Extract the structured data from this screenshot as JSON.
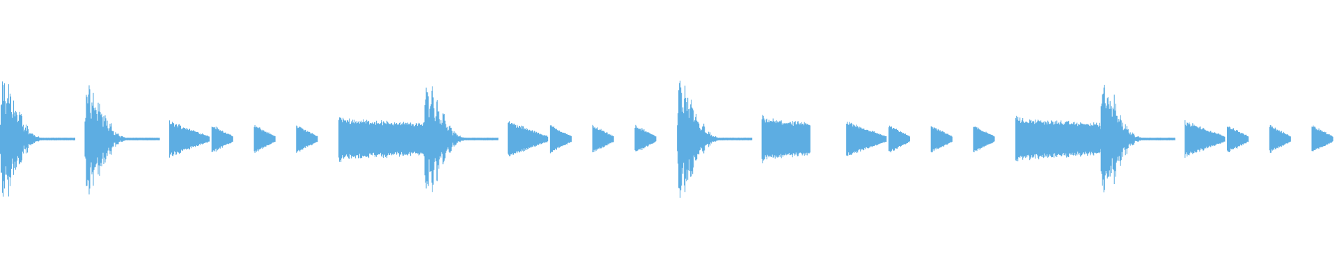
{
  "waveform": {
    "color": "#5dade2",
    "background": "#ffffff",
    "total_steps": 31.6,
    "events": [
      {
        "step": 0,
        "type": "hit"
      },
      {
        "step": 2,
        "type": "hit"
      },
      {
        "step": 4,
        "type": "mid"
      },
      {
        "step": 5,
        "type": "small"
      },
      {
        "step": 6,
        "type": "small"
      },
      {
        "step": 7,
        "type": "small"
      },
      {
        "step": 8,
        "type": "sustain",
        "length": 2
      },
      {
        "step": 10,
        "type": "hit"
      },
      {
        "step": 12,
        "type": "mid"
      },
      {
        "step": 13,
        "type": "small"
      },
      {
        "step": 14,
        "type": "small"
      },
      {
        "step": 15,
        "type": "small"
      },
      {
        "step": 16,
        "type": "hit"
      },
      {
        "step": 18,
        "type": "sustain",
        "length": 1.15
      },
      {
        "step": 20,
        "type": "mid"
      },
      {
        "step": 21,
        "type": "small"
      },
      {
        "step": 22,
        "type": "small"
      },
      {
        "step": 23,
        "type": "small"
      },
      {
        "step": 24,
        "type": "sustain",
        "length": 2
      },
      {
        "step": 26,
        "type": "hit"
      },
      {
        "step": 28,
        "type": "mid"
      },
      {
        "step": 29,
        "type": "small"
      },
      {
        "step": 30,
        "type": "small"
      },
      {
        "step": 31,
        "type": "small"
      }
    ]
  }
}
